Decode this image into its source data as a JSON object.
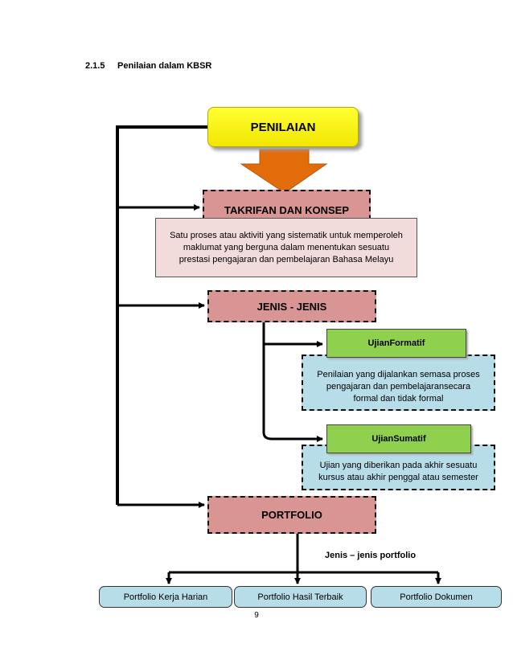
{
  "section": {
    "number": "2.1.5",
    "title": "Penilaian dalam KBSR"
  },
  "diagram": {
    "root": "PENILAIAN",
    "takrifan": {
      "title": "TAKRIFAN DAN KONSEP",
      "desc_lines": [
        "Satu proses atau aktiviti yang sistematik untuk memperoleh",
        "maklumat yang berguna dalam menentukan sesuatu",
        "prestasi pengajaran dan pembelajaran Bahasa Melayu"
      ]
    },
    "jenis": {
      "title": "JENIS - JENIS",
      "formatif": {
        "title": "UjianFormatif",
        "desc_lines": [
          "Penilaian yang dijalankan semasa proses",
          "pengajaran dan pembelajaransecara",
          "formal dan tidak formal"
        ]
      },
      "sumatif": {
        "title": "UjianSumatif",
        "desc_lines": [
          "Ujian yang diberikan pada akhir sesuatu",
          "kursus atau akhir penggal atau semester"
        ]
      }
    },
    "portfolio": {
      "title": "PORTFOLIO",
      "types_label": "Jenis – jenis portfolio",
      "types": [
        "Portfolio Kerja Harian",
        "Portfolio Hasil Terbaik",
        "Portfolio Dokumen"
      ]
    }
  },
  "page_number": "9",
  "colors": {
    "yellow": "#ffff33",
    "pink": "#d99594",
    "light_pink": "#f2dcdb",
    "blue": "#b7dde8",
    "green": "#8fd14f",
    "arrow": "#e36c0a"
  }
}
